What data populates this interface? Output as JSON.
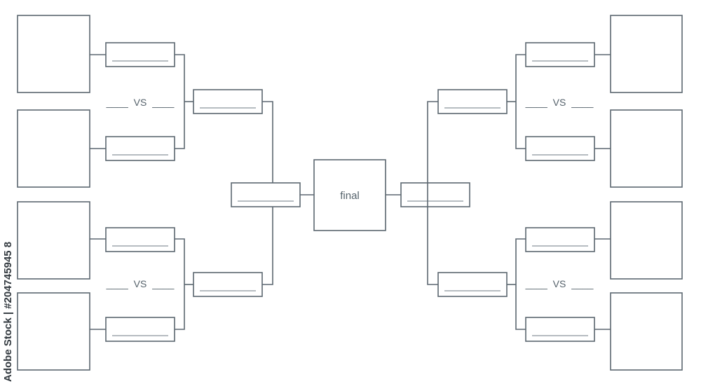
{
  "final": {
    "label": "final"
  },
  "vs_labels": [
    {
      "left_blank": "____",
      "text": "VS",
      "right_blank": "____"
    },
    {
      "left_blank": "____",
      "text": "VS",
      "right_blank": "____"
    },
    {
      "left_blank": "____",
      "text": "VS",
      "right_blank": "____"
    },
    {
      "left_blank": "____",
      "text": "VS",
      "right_blank": "____"
    }
  ],
  "stock_id": "Adobe Stock | #204745945 8",
  "colors": {
    "stroke": "#5b6770",
    "text": "#55626b",
    "background": "#ffffff"
  }
}
